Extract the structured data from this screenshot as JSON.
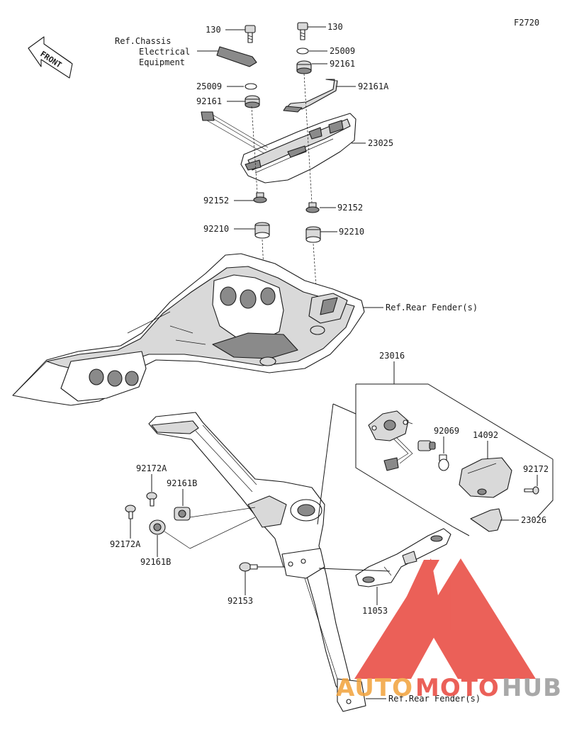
{
  "diagram_code": "F2720",
  "front_label": "FRONT",
  "colors": {
    "ink": "#1a1a1a",
    "watermark_red": "#e8453c",
    "watermark_orange": "#f2a23a",
    "watermark_gray": "#9a9a9a"
  },
  "watermark": {
    "auto": "AUTO",
    "moto": "MOTO",
    "hub": "HUB"
  },
  "refs": {
    "chassis_1": "Ref.Chassis",
    "chassis_2": "Electrical",
    "chassis_3": "Equipment",
    "rear_fender_1": "Ref.Rear Fender(s)",
    "rear_fender_2": "Ref.Rear Fender(s)"
  },
  "parts": {
    "p130_left": "130",
    "p130_right": "130",
    "p25009_left": "25009",
    "p25009_right": "25009",
    "p92161_left": "92161",
    "p92161_right": "92161",
    "p92161A": "92161A",
    "p23025": "23025",
    "p92152_left": "92152",
    "p92152_right": "92152",
    "p92210_left": "92210",
    "p92210_right": "92210",
    "p23016": "23016",
    "p92069": "92069",
    "p14092": "14092",
    "p92172": "92172",
    "p23026": "23026",
    "p92172A_top": "92172A",
    "p92172A_bottom": "92172A",
    "p92161B_top": "92161B",
    "p92161B_bottom": "92161B",
    "p92153": "92153",
    "p11053": "11053"
  }
}
